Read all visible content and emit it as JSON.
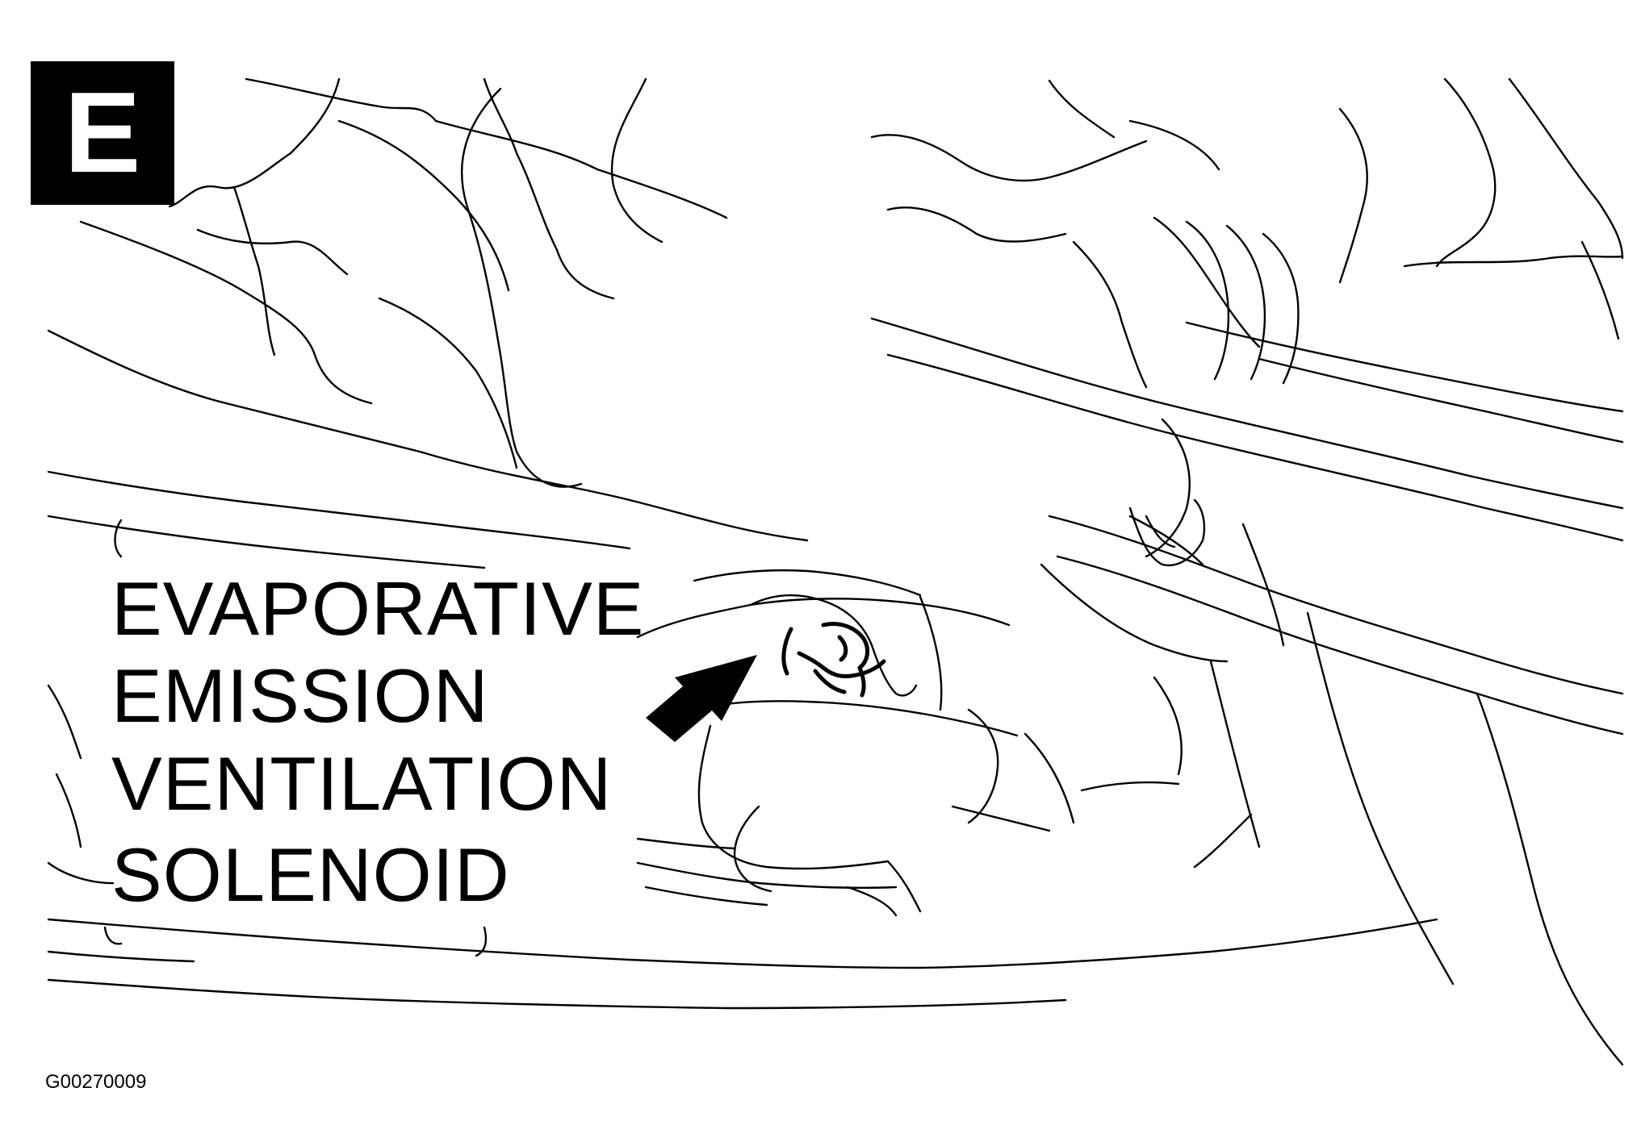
{
  "panel_badge": "E",
  "callout": {
    "lines": [
      "EVAPORATIVE",
      "EMISSION",
      "VENTILATION",
      "SOLENOID"
    ]
  },
  "figure_code": "G00270009",
  "colors": {
    "ink": "#000000",
    "background": "#ffffff"
  },
  "icons": {
    "pointer": "arrow-icon"
  }
}
